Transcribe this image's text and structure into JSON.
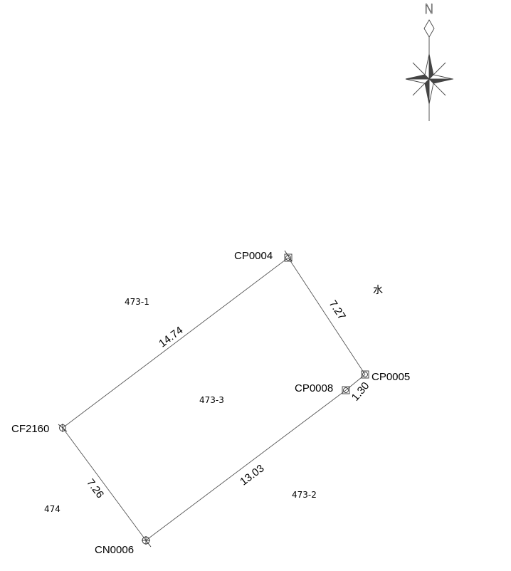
{
  "map": {
    "north_label": "N",
    "points": [
      {
        "id": "CP0004",
        "label": "CP0004",
        "symbol": "square-cross"
      },
      {
        "id": "CP0005",
        "label": "CP0005",
        "symbol": "square-cross"
      },
      {
        "id": "CP0008",
        "label": "CP0008",
        "symbol": "square-cross"
      },
      {
        "id": "CF2160",
        "label": "CF2160",
        "symbol": "circle-vertical"
      },
      {
        "id": "CN0006",
        "label": "CN0006",
        "symbol": "circle-cross"
      }
    ],
    "edges": [
      {
        "from": "CP0004",
        "to": "CP0005",
        "length": "7.27"
      },
      {
        "from": "CP0005",
        "to": "CP0008",
        "length": "1.30"
      },
      {
        "from": "CP0008",
        "to": "CN0006",
        "length": "13.03"
      },
      {
        "from": "CN0006",
        "to": "CF2160",
        "length": "7.26"
      },
      {
        "from": "CF2160",
        "to": "CP0004",
        "length": "14.74"
      }
    ],
    "parcels": [
      {
        "id": "p-473-1",
        "label": "473-1"
      },
      {
        "id": "p-473-3",
        "label": "473-3"
      },
      {
        "id": "p-473-2",
        "label": "473-2"
      },
      {
        "id": "p-474",
        "label": "474"
      },
      {
        "id": "p-water",
        "label": "水"
      }
    ]
  }
}
